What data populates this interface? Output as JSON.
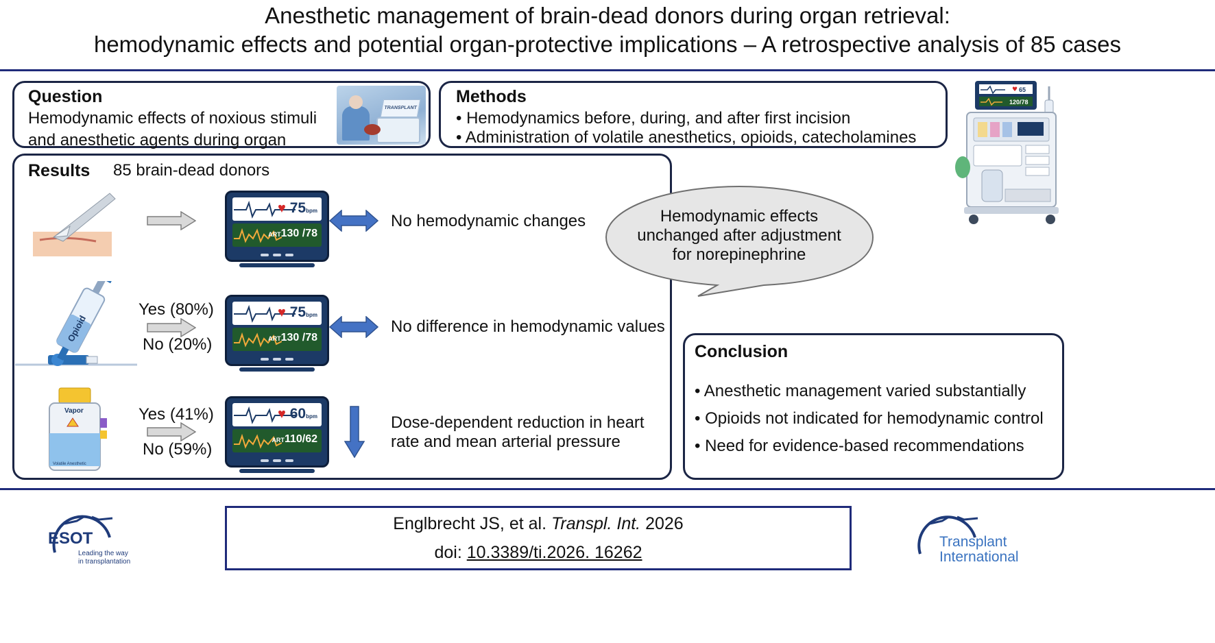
{
  "title": {
    "line1": "Anesthetic management of brain-dead donors during organ retrieval:",
    "line2": "hemodynamic effects and potential organ-protective implications – A retrospective analysis of 85 cases"
  },
  "question": {
    "heading": "Question",
    "text": "Hemodynamic effects of noxious stimuli and anesthetic agents during organ retrieval",
    "image_label": "TRANSPLANT"
  },
  "methods": {
    "heading": "Methods",
    "bullets": [
      "• Hemodynamics before, during, and after first incision",
      "• Administration of volatile anesthetics, opioids, catecholamines"
    ]
  },
  "results": {
    "heading": "Results",
    "subheading": "85 brain-dead donors",
    "rows": [
      {
        "yes": "",
        "no": "",
        "hr": "75",
        "hr_unit": "bpm",
        "bp": "130 /78",
        "bp_prefix": "ART",
        "outcome": "No hemodynamic changes",
        "effect": "none"
      },
      {
        "yes": "Yes (80%)",
        "no": "No (20%)",
        "hr": "75",
        "hr_unit": "bpm",
        "bp": "130 /78",
        "bp_prefix": "ART",
        "outcome": "No difference in hemodynamic values",
        "effect": "none",
        "drug_label": "Opioid"
      },
      {
        "yes": "Yes (41%)",
        "no": "No (59%)",
        "hr": "60",
        "hr_unit": "bpm",
        "bp": "110/62",
        "bp_prefix": "ART",
        "outcome_line1": "Dose-dependent reduction in heart",
        "outcome_line2": "rate and mean arterial pressure",
        "effect": "decrease",
        "drug_label": "Vapor",
        "drug_sub": "Volatile Anesthetic"
      }
    ]
  },
  "callout": {
    "line1": "Hemodynamic effects",
    "line2": "unchanged after adjustment",
    "line3": "for norepinephrine"
  },
  "anesthesia_machine": {
    "hr": "65",
    "bp": "120/78"
  },
  "conclusion": {
    "heading": "Conclusion",
    "bullets": [
      "• Anesthetic management varied substantially",
      "• Opioids not indicated for hemodynamic control",
      "• Need for evidence-based recommendations"
    ]
  },
  "citation": {
    "authors": "Englbrecht JS, et al.",
    "journal": "Transpl. Int.",
    "year": "2026",
    "doi_label": "doi:",
    "doi": "10.3389/ti.2026. 16262"
  },
  "logos": {
    "esot_name": "ESOT",
    "esot_tag1": "Leading the way",
    "esot_tag2": "in transplantation",
    "ti_line1": "Transplant",
    "ti_line2": "International"
  },
  "colors": {
    "rule": "#1f2b7a",
    "box_border": "#1b2545",
    "arrow_blue": "#4472c4",
    "gray_arrow": "#d9d9d9",
    "monitor": "#1c3a66"
  }
}
